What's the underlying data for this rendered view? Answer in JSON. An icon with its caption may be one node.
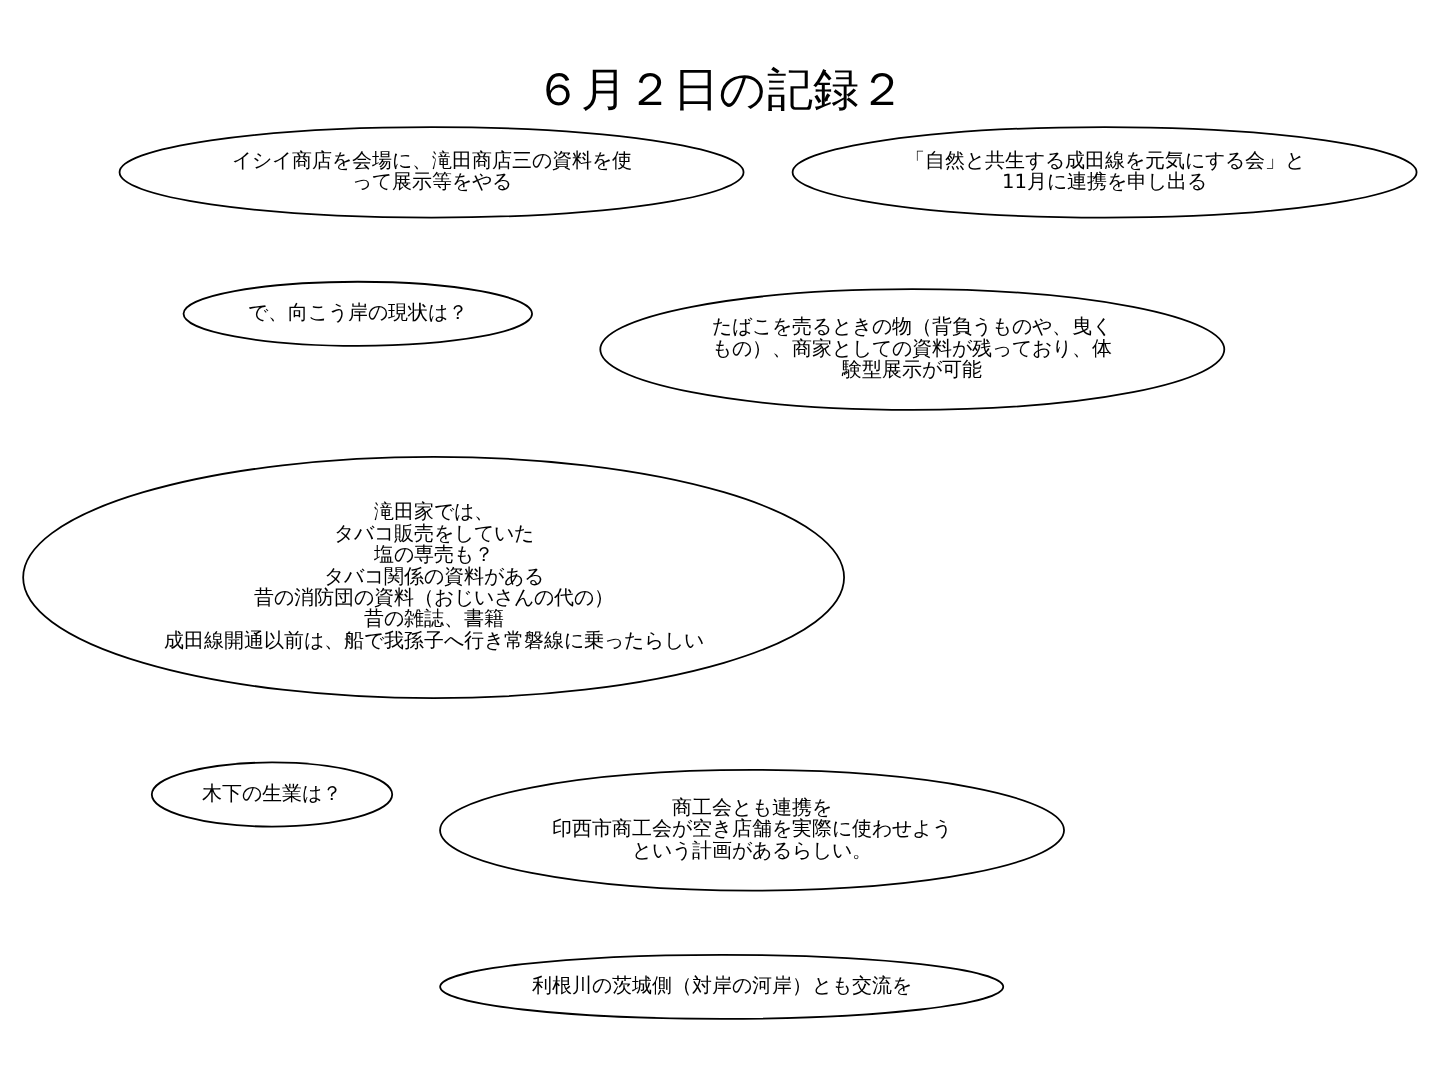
{
  "diagram": {
    "title": "６月２日の記録２",
    "nodes": [
      {
        "text": [
          "滝田家では、",
          "タバコ販売をしていた",
          "塩の専売も？",
          "タバコ関係の資料がある",
          "昔の消防団の資料（おじいさんの代の）",
          "昔の雑誌、書籍",
          "成田線開通以前は、船で我孫子へ行き常磐線に乗ったらしい"
        ]
      },
      {
        "text": [
          "たばこを売るときの物（背負うものや、曳くもの）、商家としての資料が残っており、体験型展示が可能"
        ]
      },
      {
        "text": [
          "「自然と共生する成田線を元気にする会」と11月に連携を申し出る"
        ]
      },
      {
        "text": [
          "利根川の茨城側（対岸の河岸）とも交流を"
        ]
      },
      {
        "text": [
          "で、向こう岸の現状は？"
        ]
      },
      {
        "text": [
          "木下の生業は？"
        ]
      },
      {
        "text": [
          "商工会とも連携を",
          "印西市商工会が空き店舗を実際に使わせようという計画があるらしい。"
        ]
      },
      {
        "text": [
          "イシイ商店を会場に、滝田商店三の資料を使って展示等をやる"
        ]
      }
    ]
  }
}
